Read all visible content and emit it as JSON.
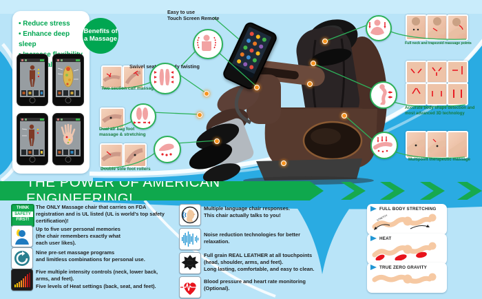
{
  "benefits": {
    "bullets": [
      "Reduce stress",
      "Enhance deep sleep",
      "Increase flexibility",
      "Live healthier"
    ],
    "badge": "Benefits of\na Massage"
  },
  "callouts": {
    "remote": "Easy to use\nTouch Screen Remote",
    "swivel": "Swivel seat and body twisting",
    "calf": "Two section calf massage",
    "airbag": "Dual air bag foot\nmassage & stretching",
    "rollers": "Double sole foot rollers",
    "neck": "Full neck and trapezoid massage points",
    "bodyshape": "Accurate body shape detection and\nmost advanced 3D technology",
    "multipoint": "Multipoint therapeutic massage"
  },
  "banner": {
    "title": "THE POWER OF AMERICAN ENGINEERING!"
  },
  "safety_sign": {
    "l1": "THINK",
    "l2": "SAFETY",
    "l3": "FIRST!"
  },
  "features_left": [
    {
      "icon": "safety-sign",
      "text": "The ONLY Massage chair that carries on FDA\nregistration and is UL listed (UL is world's top safety\ncertification)!"
    },
    {
      "icon": "user",
      "text": "Up to five user personal memories\n(the chair remembers exactly what\neach user likes)."
    },
    {
      "icon": "presets",
      "text": "Nine pre-set massage programs\nand limitless combinations for personal use."
    },
    {
      "icon": "intensity",
      "text": "Five multiple intensity controls (neck, lower back,\narms, and feet).",
      "text2": "Five levels of Heat settings (back, seat, and feet)."
    }
  ],
  "features_middle": [
    {
      "icon": "voice",
      "text": "Multiple language chair responses.\nThis chair actually talks to you!"
    },
    {
      "icon": "noise",
      "text": "Noise reduction technologies for better\nrelaxation."
    },
    {
      "icon": "leather",
      "text": "Full grain REAL LEATHER at all touchpoints\n(head, shoulder, arms, and feet).\nLong lasting, comfortable, and easy to clean."
    },
    {
      "icon": "heart",
      "text": "Blood pressure and heart rate monitoring\n(Optional)."
    }
  ],
  "position_cards": [
    {
      "title": "FULL BODY STRETCHING",
      "note": "STRETCH"
    },
    {
      "title": "HEAT"
    },
    {
      "title": "TRUE ZERO GRAVITY"
    }
  ],
  "colors": {
    "banner_green": "#0fa84d",
    "badge_green": "#00a651",
    "ring_green": "#2db25a",
    "sky_blue": "#b9e4f8",
    "mid_blue": "#2aabe2",
    "caption_green": "#157a3a",
    "dot_orange": "#f7931e"
  }
}
